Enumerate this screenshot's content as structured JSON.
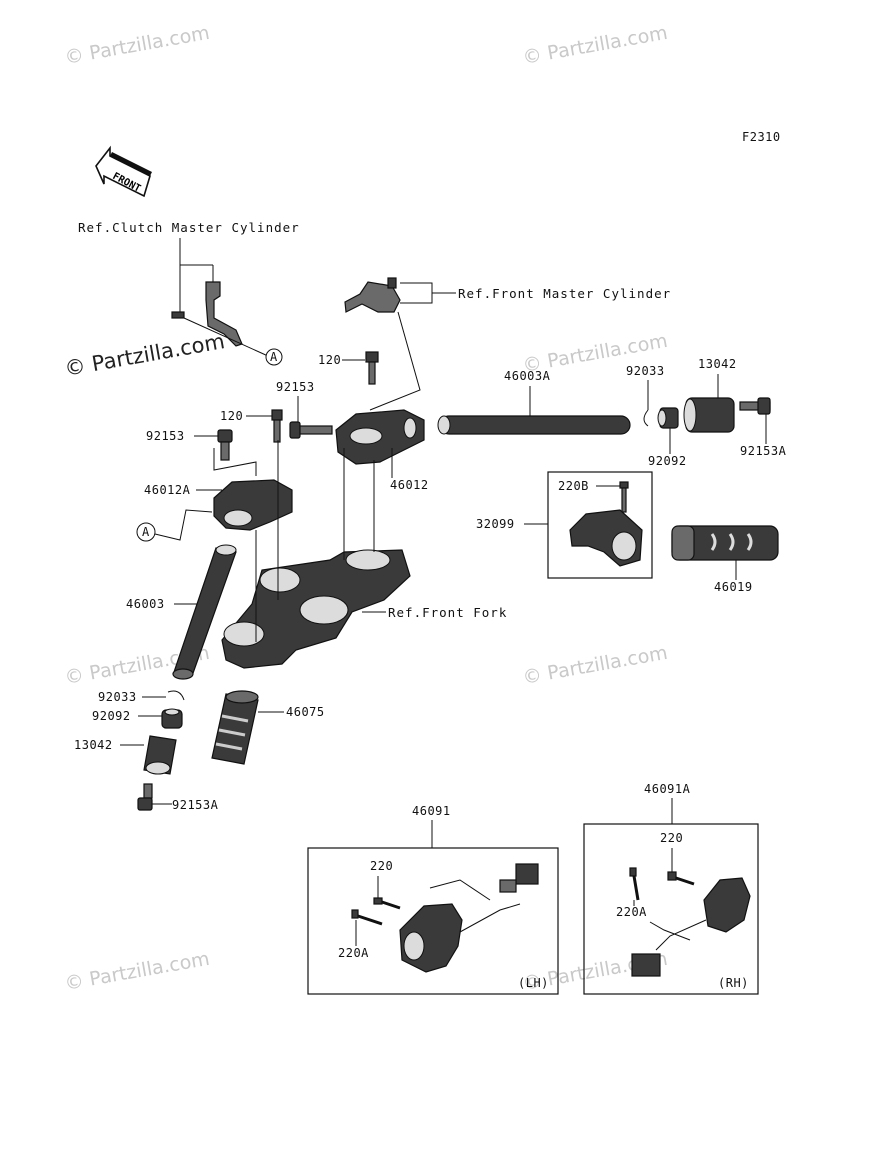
{
  "diagram_code": "F2310",
  "front_label": "FRONT",
  "watermark": "© Partzilla.com",
  "watermark_small": "© Partzilla.com",
  "refs": {
    "clutch": "Ref.Clutch Master Cylinder",
    "front_master": "Ref.Front Master Cylinder",
    "front_fork": "Ref.Front Fork"
  },
  "callout_a": "A",
  "labels": {
    "p120_top": "120",
    "p92153_mid": "92153",
    "p120_left": "120",
    "p92153_left": "92153",
    "p46003A": "46003A",
    "p92033_r": "92033",
    "p13042_r": "13042",
    "p92092_r": "92092",
    "p92153A_r": "92153A",
    "p46012": "46012",
    "p46012A": "46012A",
    "p220B": "220B",
    "p32099": "32099",
    "p46019": "46019",
    "p46003": "46003",
    "p92033_l": "92033",
    "p92092_l": "92092",
    "p13042_l": "13042",
    "p92153A_l": "92153A",
    "p46075": "46075",
    "p46091": "46091",
    "p46091A": "46091A",
    "lh_220": "220",
    "lh_220A": "220A",
    "rh_220": "220",
    "rh_220A": "220A",
    "lh": "(LH)",
    "rh": "(RH)"
  },
  "colors": {
    "ink": "#111111",
    "watermark": "#c9c9c9",
    "paper": "#ffffff"
  }
}
